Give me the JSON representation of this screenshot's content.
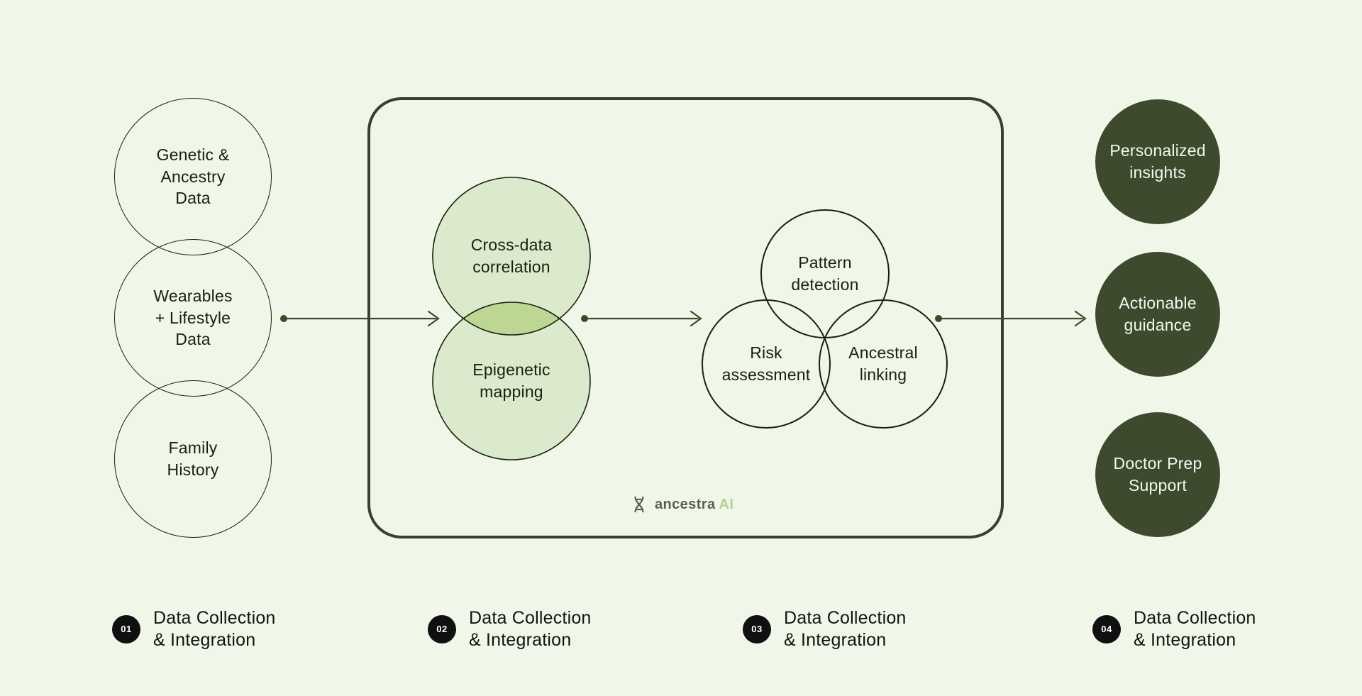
{
  "colors": {
    "bg": "#f0f7e8",
    "ink": "#18200f",
    "label-ink": "#131313",
    "box-border": "#36422a",
    "arrow": "#3c4929",
    "green-fill": "#dbe9cc",
    "green-overlap": "#bcd794",
    "output-fill": "#3d4a2e",
    "output-text": "#f4f7ee",
    "badge-bg": "#101010",
    "badge-text": "#ffffff",
    "brand-name": "#5d5e56",
    "brand-ai": "#b5d08f"
  },
  "inputs": {
    "circles": [
      {
        "label": "Genetic &\nAncestry\nData"
      },
      {
        "label": "Wearables\n+ Lifestyle\nData"
      },
      {
        "label": "Family\nHistory"
      }
    ]
  },
  "process": {
    "correlation_circles": [
      {
        "label": "Cross-data\ncorrelation"
      },
      {
        "label": "Epigenetic\nmapping"
      }
    ],
    "analysis_circles": [
      {
        "label": "Pattern\ndetection"
      },
      {
        "label": "Risk\nassessment"
      },
      {
        "label": "Ancestral\nlinking"
      }
    ],
    "brand": {
      "name": "ancestra",
      "suffix": "AI"
    }
  },
  "outputs": {
    "circles": [
      {
        "label": "Personalized\ninsights"
      },
      {
        "label": "Actionable\nguidance"
      },
      {
        "label": "Doctor Prep\nSupport"
      }
    ]
  },
  "steps": [
    {
      "number": "01",
      "label": "Data Collection\n& Integration"
    },
    {
      "number": "02",
      "label": "Data Collection\n& Integration"
    },
    {
      "number": "03",
      "label": "Data Collection\n& Integration"
    },
    {
      "number": "04",
      "label": "Data Collection\n& Integration"
    }
  ]
}
